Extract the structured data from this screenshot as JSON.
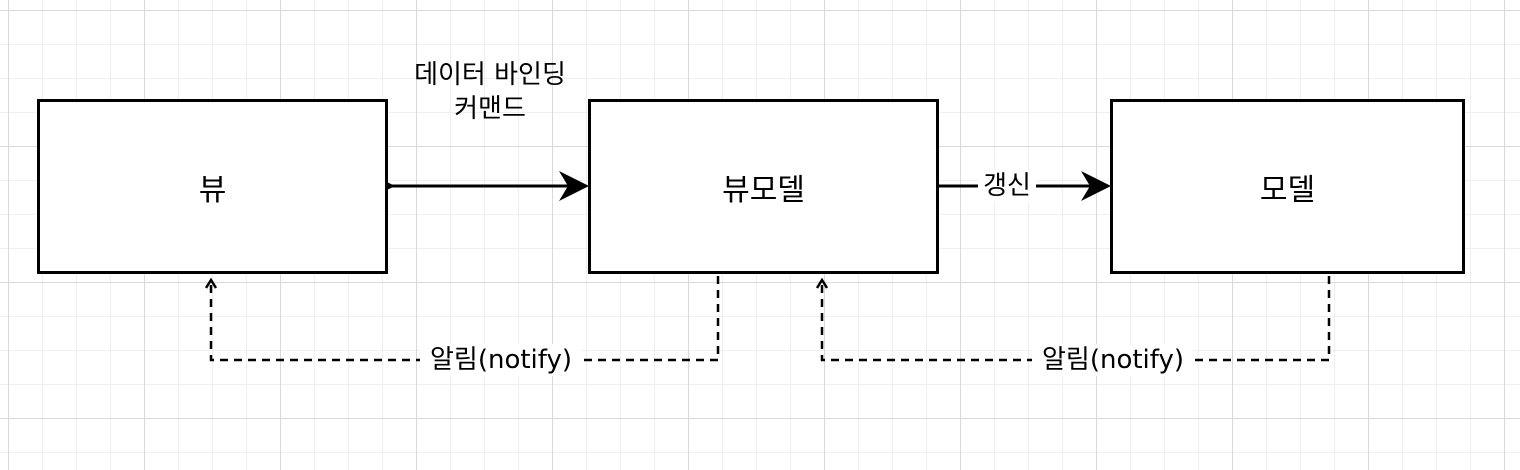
{
  "nodes": {
    "view": "뷰",
    "viewmodel": "뷰모델",
    "model": "모델"
  },
  "edges": {
    "binding_line1": "데이터 바인딩",
    "binding_line2": "커맨드",
    "update": "갱신",
    "notify_vm_to_view": "알림(notify)",
    "notify_model_to_vm": "알림(notify)"
  },
  "colors": {
    "stroke": "#000000",
    "box_fill": "#ffffff"
  }
}
